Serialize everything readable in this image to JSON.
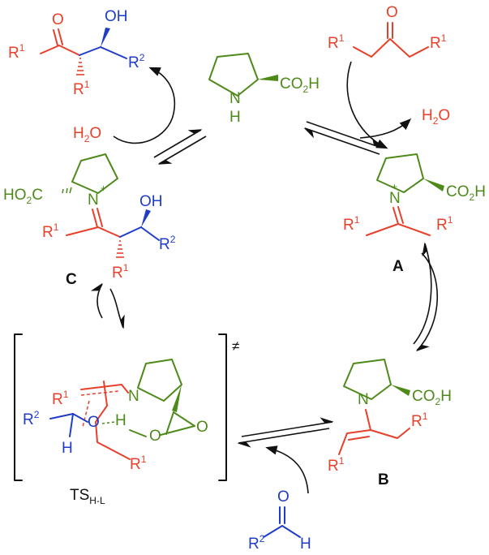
{
  "atoms": {
    "O": "O",
    "OH": "OH",
    "N": "N",
    "H": "H",
    "R": "R",
    "one": "1",
    "two": "2",
    "plus": "+",
    "CO2H_pre": "CO",
    "CO2H_sub": "2",
    "CO2H_post": "H",
    "HO2C_pre": "HO",
    "HO2C_sub": "2",
    "HO2C_post": "C",
    "H2O_pre": "H",
    "H2O_sub": "2",
    "H2O_post": "O"
  },
  "labels": {
    "A": "A",
    "B": "B",
    "C": "C",
    "ts_main": "TS",
    "ts_sub": "H-L",
    "double_dagger": "≠"
  },
  "colors": {
    "reactant": "#e8402a",
    "catalyst": "#4e8a1a",
    "aldehyde": "#1f3cc9",
    "arrow": "#111111"
  }
}
